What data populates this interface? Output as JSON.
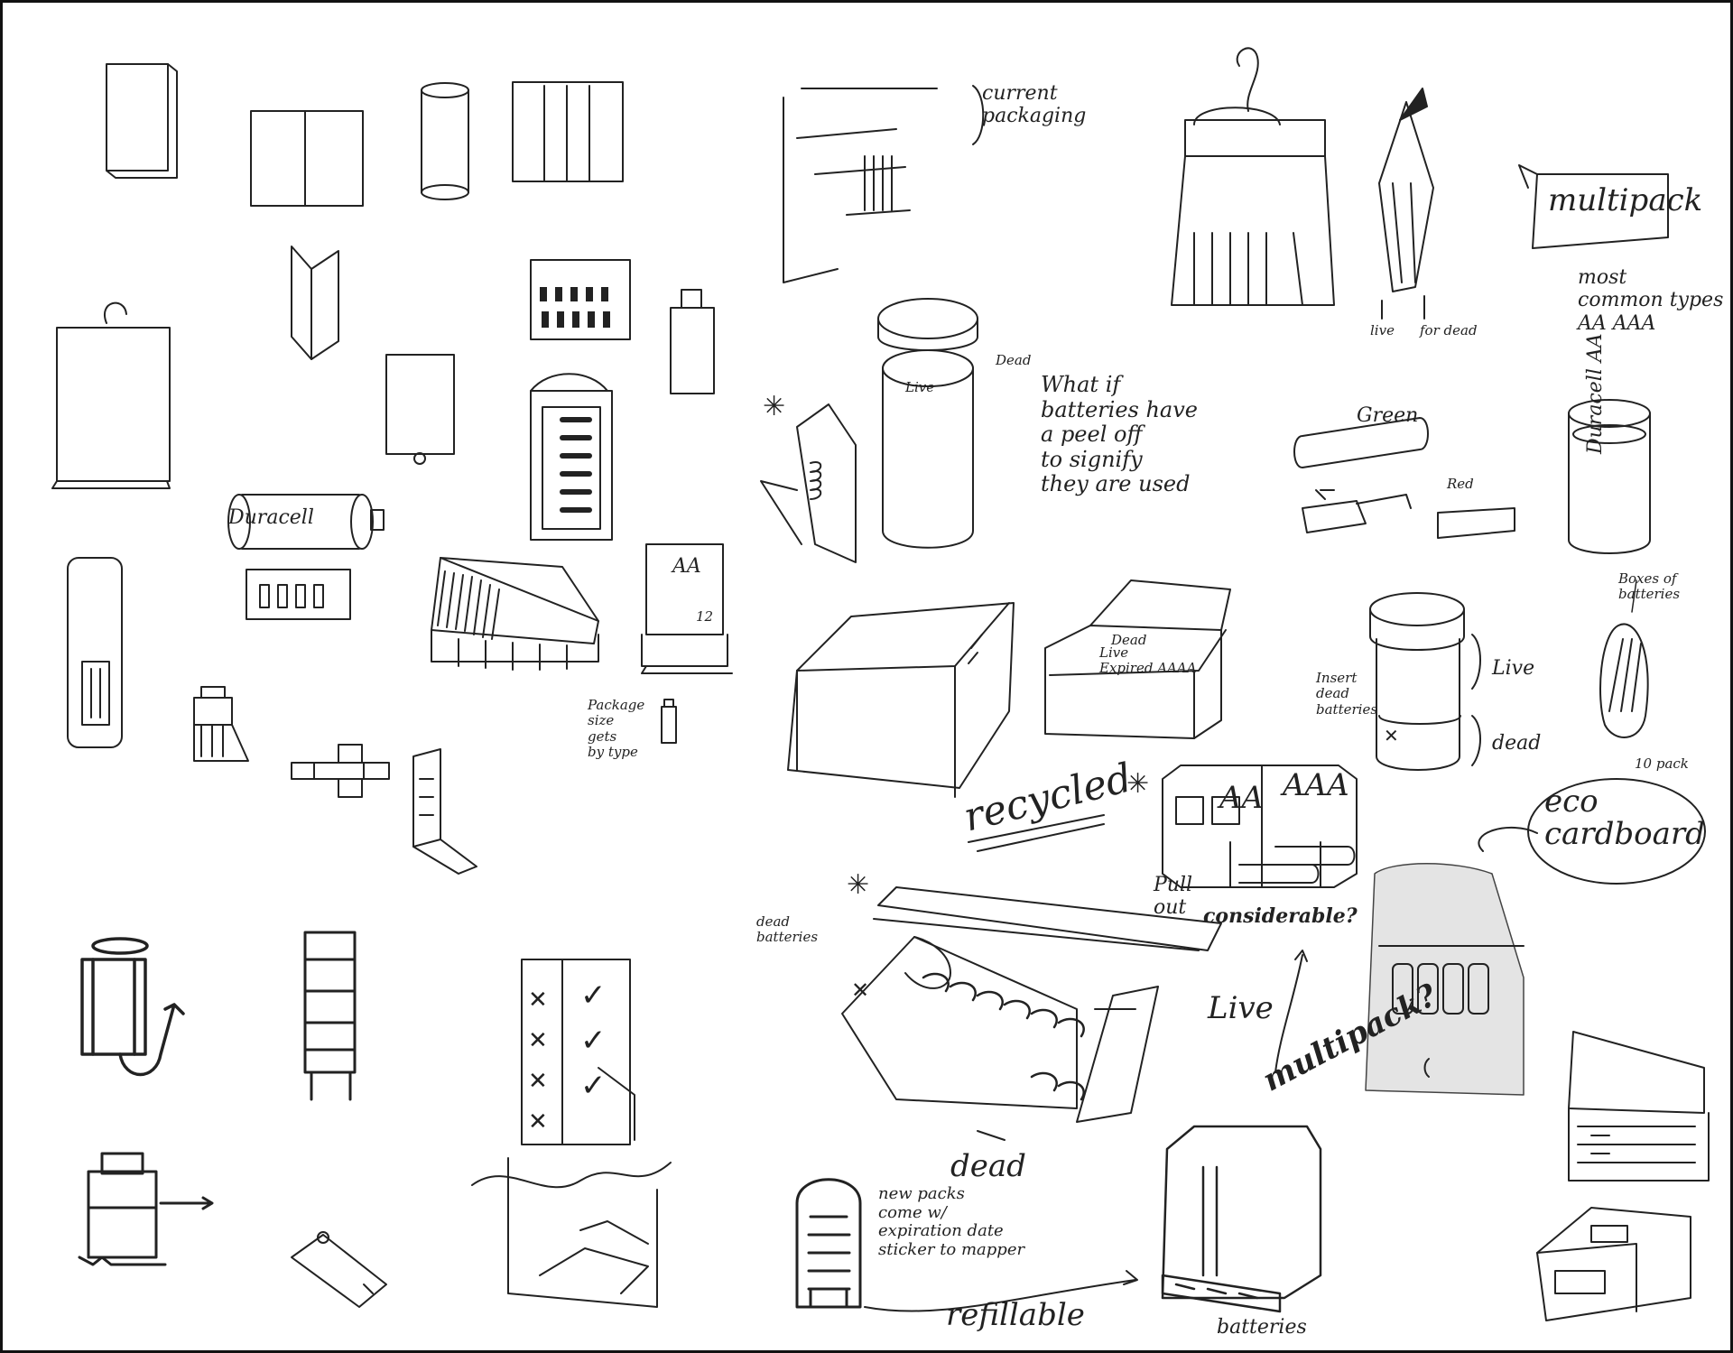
{
  "notes": {
    "current_packaging": [
      "current",
      "packaging"
    ],
    "duracell_roll": "Duracell",
    "label_aa_small": "AA",
    "label_12": "12",
    "package_size": [
      "Package",
      "size",
      "gets",
      "by type"
    ],
    "dead_cap": "Dead",
    "live_cap": "Live",
    "what_if": [
      "What if",
      "batteries have",
      "a peel off",
      "to signify",
      "they are used"
    ],
    "green": "Green",
    "red": "Red",
    "live_small": "live",
    "for_dead": "for dead",
    "multipack_banner": "multipack",
    "most_common": [
      "most",
      "common types",
      "AA AAA"
    ],
    "duracell_can": "Duracell AA",
    "boxes_of": [
      "Boxes of",
      "batteries"
    ],
    "ten_pack": "10 pack",
    "eco_cardboard": [
      "eco",
      "cardboard"
    ],
    "recycled": "recycled",
    "open_box_dead": "Dead",
    "open_box_live": [
      "Live",
      "Expired AAAA"
    ],
    "insert_dead": [
      "Insert",
      "dead",
      "batteries"
    ],
    "brace_live": "Live",
    "brace_dead": "dead",
    "aa_box": "AA",
    "aaa_box": "AAA",
    "pull_out": [
      "Pull",
      "out"
    ],
    "considerable": "considerable?",
    "dead_batteries": [
      "dead",
      "batteries"
    ],
    "tray_live": "Live",
    "tray_dead": "dead",
    "multipack_q": "multipack?",
    "new_packs": [
      "new packs",
      "come w/",
      "expiration date",
      "sticker to mapper"
    ],
    "refillable": "refillable",
    "bottom_label": "batteries"
  },
  "marks": {
    "check": "✓",
    "cross": "✕",
    "asterisk": "✳"
  },
  "colors": {
    "ink": "#222222",
    "paper": "#ffffff",
    "shade": "#cfcfcf"
  }
}
